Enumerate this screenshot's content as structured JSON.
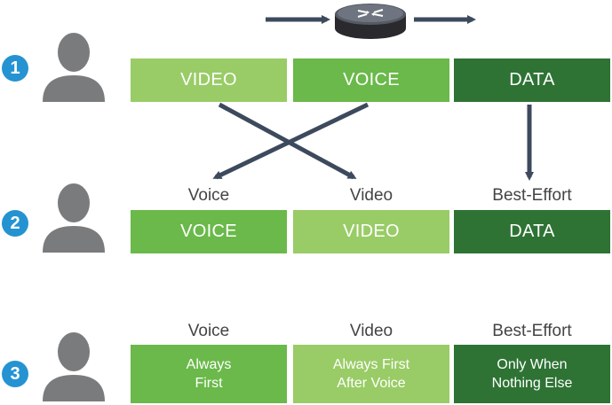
{
  "colors": {
    "video": "#99cc66",
    "voice": "#6ab94a",
    "data": "#2e7334",
    "arrow": "#3d4a5d",
    "badge": "#2593d1",
    "person": "#7a7b7d"
  },
  "icons": [
    "person-icon",
    "router-icon"
  ],
  "rows": [
    {
      "badge": "1",
      "labels": [],
      "cells": [
        {
          "text": "VIDEO",
          "kind": "video"
        },
        {
          "text": "VOICE",
          "kind": "voice"
        },
        {
          "text": "DATA",
          "kind": "data"
        }
      ]
    },
    {
      "badge": "2",
      "labels": [
        "Voice",
        "Video",
        "Best-Effort"
      ],
      "cells": [
        {
          "text": "VOICE",
          "kind": "voice"
        },
        {
          "text": "VIDEO",
          "kind": "video"
        },
        {
          "text": "DATA",
          "kind": "data"
        }
      ]
    },
    {
      "badge": "3",
      "labels": [
        "Voice",
        "Video",
        "Best-Effort"
      ],
      "cells": [
        {
          "text": "Always\nFirst",
          "kind": "voice"
        },
        {
          "text": "Always First\nAfter Voice",
          "kind": "video"
        },
        {
          "text": "Only When\nNothing Else",
          "kind": "data"
        }
      ]
    }
  ]
}
